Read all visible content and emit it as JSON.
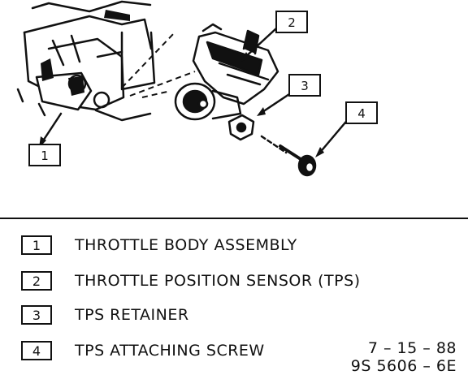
{
  "callouts": [
    {
      "num": "1"
    },
    {
      "num": "2"
    },
    {
      "num": "3"
    },
    {
      "num": "4"
    }
  ],
  "legend": [
    {
      "num": "1",
      "label": "THROTTLE BODY ASSEMBLY"
    },
    {
      "num": "2",
      "label": "THROTTLE POSITION SENSOR (TPS)"
    },
    {
      "num": "3",
      "label": "TPS RETAINER"
    },
    {
      "num": "4",
      "label": "TPS ATTACHING SCREW"
    }
  ],
  "footer": {
    "date_code": "7 – 15 – 88",
    "figure_code": "9S 5606 – 6E"
  }
}
